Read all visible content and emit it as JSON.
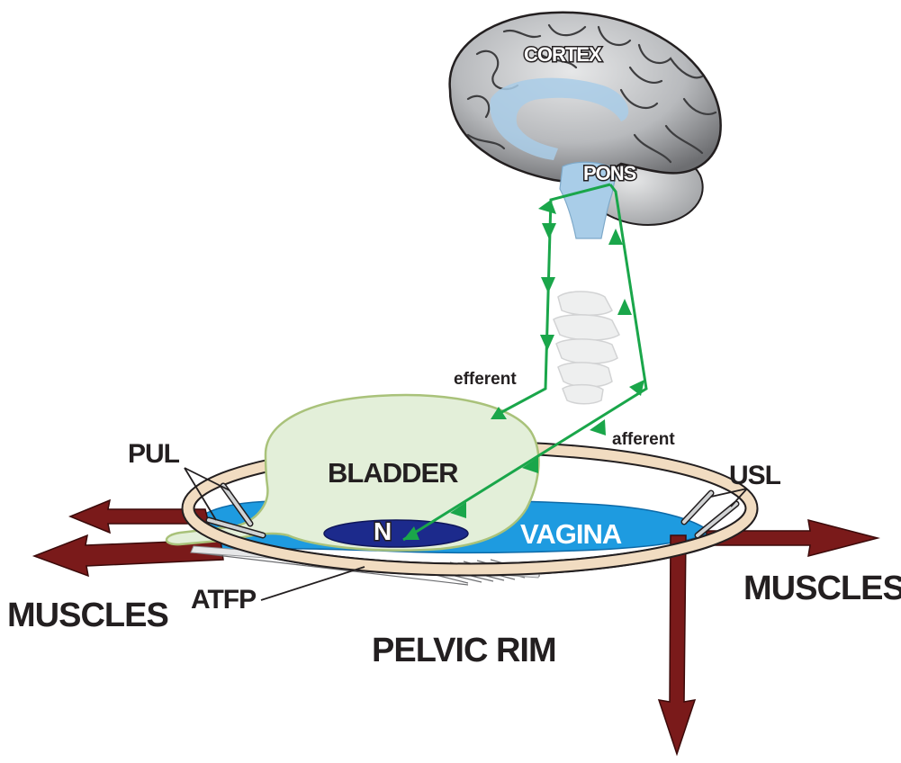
{
  "labels": {
    "cortex": "CORTEX",
    "pons": "PONS",
    "efferent": "efferent",
    "afferent": "afferent",
    "bladder": "BLADDER",
    "n": "N",
    "vagina": "VAGINA",
    "pul": "PUL",
    "usl": "USL",
    "atfp": "ATFP",
    "muscles_left": "MUSCLES",
    "muscles_right": "MUSCLES",
    "pelvic_rim": "PELVIC RIM"
  },
  "colors": {
    "nerve_pathway": "#1aa64a",
    "muscle_arrow": "#7a1a1a",
    "vagina": "#1e9be0",
    "bladder_fill": "#e3efd9",
    "bladder_outline": "#a9c27a",
    "pelvic_rim": "#f1dcc1",
    "brain": "#a7a9ac",
    "n_region": "#1c2a8c"
  }
}
